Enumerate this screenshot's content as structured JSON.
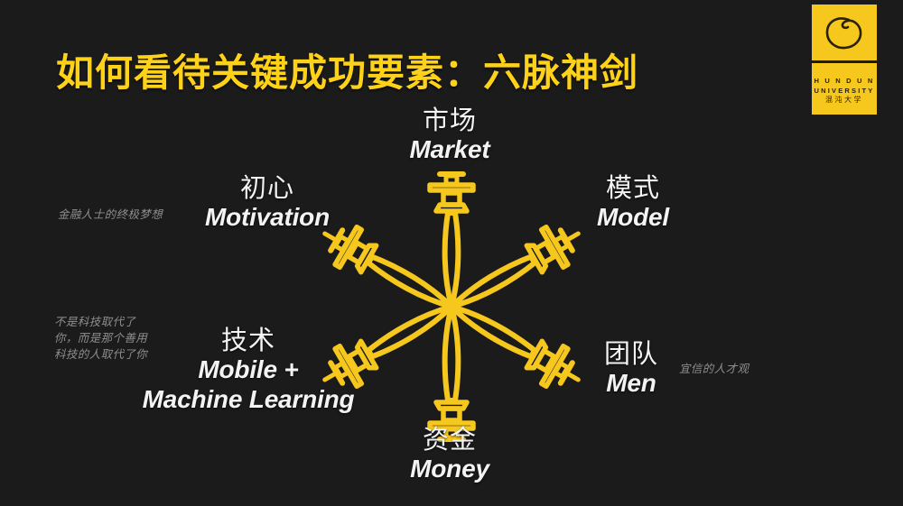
{
  "slide": {
    "title": "如何看待关键成功要素：六脉神剑",
    "background_color": "#1b1b1b",
    "accent_color": "#F6C71D",
    "text_color": "#F3F3F3",
    "annotation_color": "#8E8E8E"
  },
  "logo": {
    "mark": "circle-swirl-icon",
    "line_en_1": "H U N D U N",
    "line_en_2": "UNIVERSITY",
    "line_cn": "混沌大学"
  },
  "diagram": {
    "type": "radial six-sword star",
    "sword_count": 6,
    "nodes": [
      {
        "id": "market",
        "cn": "市场",
        "en": "Market",
        "position": "top"
      },
      {
        "id": "model",
        "cn": "模式",
        "en": "Model",
        "position": "upper-right"
      },
      {
        "id": "motivation",
        "cn": "初心",
        "en": "Motivation",
        "position": "upper-left"
      },
      {
        "id": "tech",
        "cn": "技术",
        "en": "Mobile +\nMachine Learning",
        "position": "lower-left"
      },
      {
        "id": "men",
        "cn": "团队",
        "en": "Men",
        "position": "lower-right"
      },
      {
        "id": "money",
        "cn": "资金",
        "en": "Money",
        "position": "bottom"
      }
    ]
  },
  "annotations": [
    {
      "id": "motivation-note",
      "text": "金融人士的终极梦想"
    },
    {
      "id": "tech-note",
      "text": "不是科技取代了\n你，而是那个善用\n科技的人取代了你"
    },
    {
      "id": "men-note",
      "text": "宜信的人才观"
    }
  ]
}
